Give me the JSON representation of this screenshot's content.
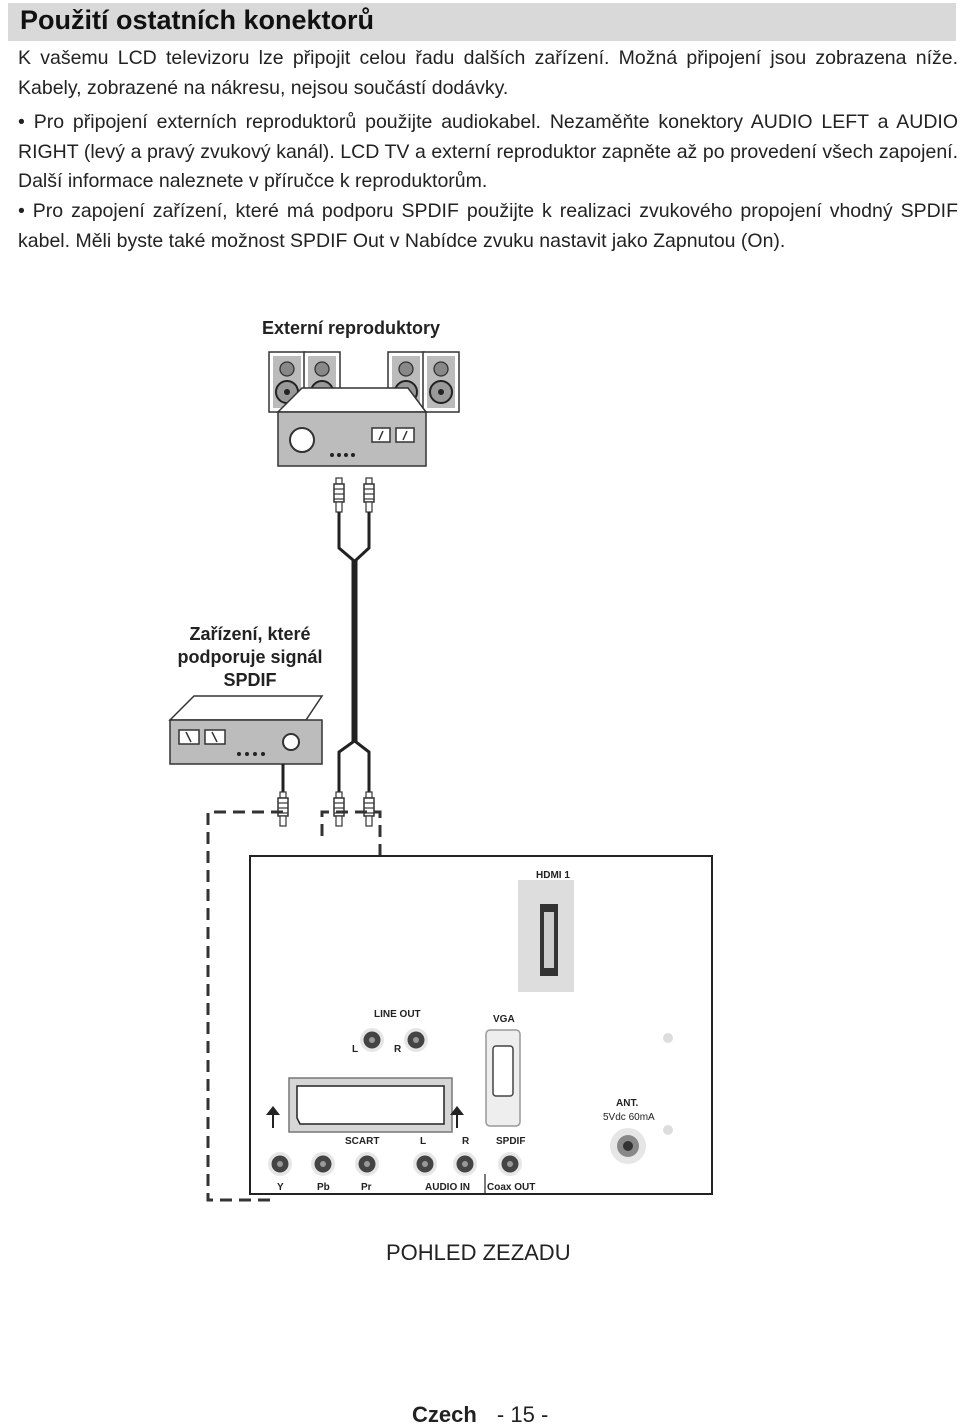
{
  "page": {
    "title": "Použití ostatních konektorů",
    "intro": "K vašemu LCD televizoru lze připojit celou řadu dalších zařízení. Možná připojení jsou zobrazena níže. Kabely, zobrazené na nákresu, nejsou součástí dodávky.",
    "bullets": [
      "Pro připojení externích reproduktorů použijte audiokabel. Nezaměňte konektory AUDIO LEFT a AUDIO RIGHT (levý a pravý zvukový kanál). LCD TV a externí reproduktor zapněte až po provedení všech zapojení. Další informace naleznete v příručce k reproduktorům.",
      "Pro zapojení zařízení, které má podporu SPDIF použijte k realizaci zvukového propojení vhodný SPDIF kabel. Měli byste také možnost SPDIF Out v Nabídce zvuku nastavit jako Zapnutou (On)."
    ],
    "bullet_symbol": "•"
  },
  "figure": {
    "speakers_label": "Externí reproduktory",
    "spdif_device_label": "Zařízení, které podporuje signál SPDIF",
    "rear_view_label": "POHLED ZEZADU",
    "panel": {
      "hdmi": "HDMI 1",
      "line_out": "LINE OUT",
      "line_out_l": "L",
      "line_out_r": "R",
      "vga": "VGA",
      "ant": "ANT.",
      "ant_power": "5Vdc 60mA",
      "scart": "SCART",
      "audio_l": "L",
      "audio_r": "R",
      "spdif": "SPDIF",
      "y": "Y",
      "pb": "Pb",
      "pr": "Pr",
      "audio_in": "AUDIO IN",
      "coax_out": "Coax OUT"
    }
  },
  "footer": {
    "language": "Czech",
    "page_number": "- 15 -"
  }
}
